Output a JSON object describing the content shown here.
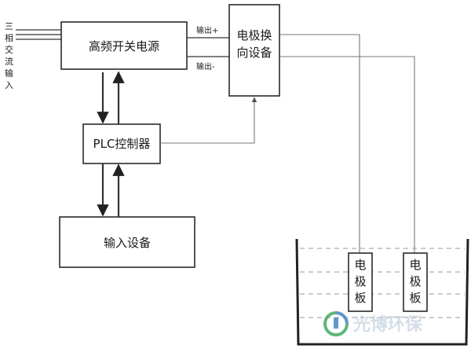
{
  "input_label": [
    "三",
    "相",
    "交",
    "流",
    "输",
    "入"
  ],
  "power_supply": "高频开关电源",
  "output_plus": "输出+",
  "output_minus": "输出-",
  "reverser": [
    "电极换",
    "向设备"
  ],
  "plc": "PLC控制器",
  "input_device": "输入设备",
  "electrode_left": [
    "电",
    "极",
    "板"
  ],
  "electrode_right": [
    "电",
    "极",
    "板"
  ],
  "watermark": "光博环保",
  "colors": {
    "line": "#333333",
    "box_border": "#2a2a2a",
    "watermark": "#b9c7d9",
    "logo_green": "#3aa35b",
    "logo_blue": "#3d7fc4"
  }
}
